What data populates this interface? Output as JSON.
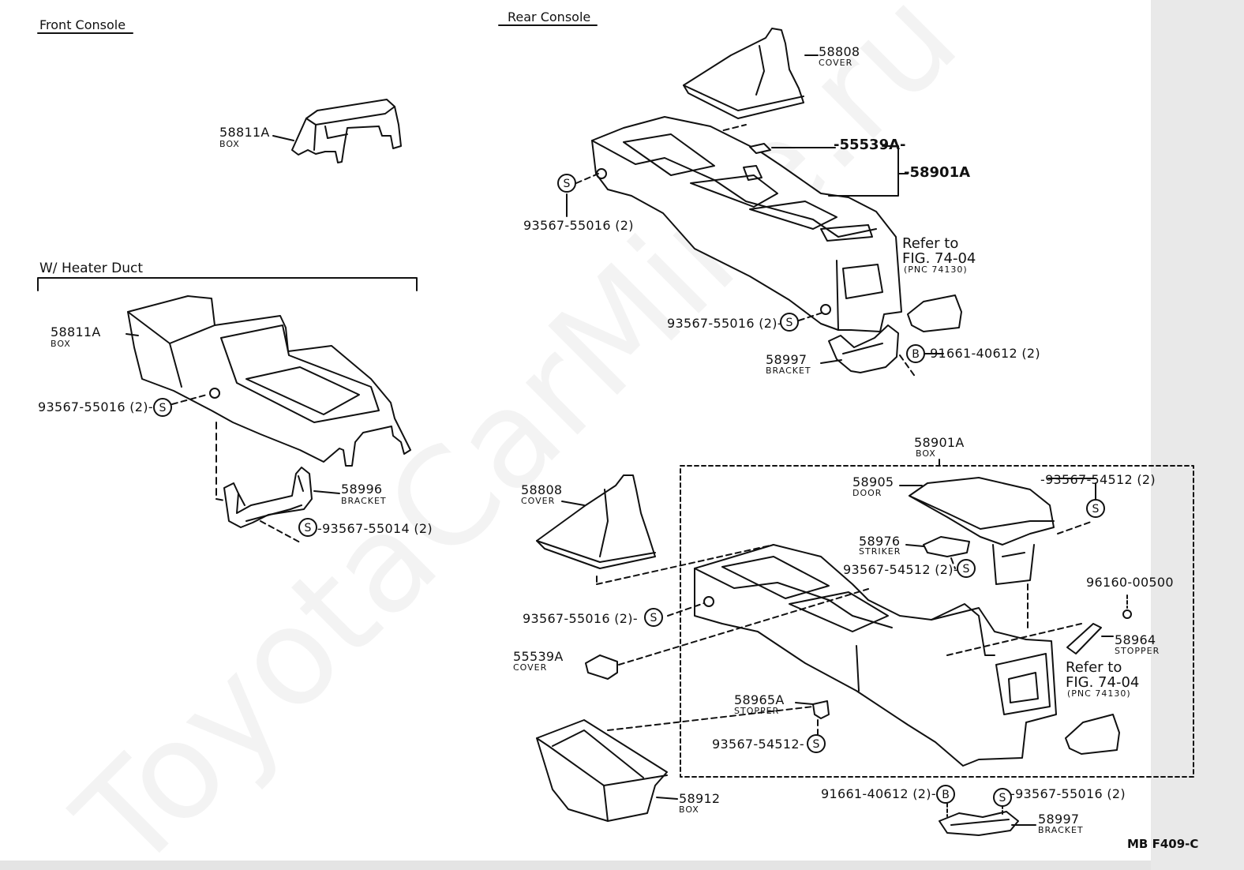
{
  "watermark": "ToyotaCarMine.ru",
  "headings": {
    "front": "Front Console",
    "rear": "Rear Console",
    "heater": "W/ Heater Duct"
  },
  "figure_code": "MB  F409-C",
  "refer": {
    "line1": "Refer to",
    "line2": "FIG. 74-04",
    "line3": "(PNC 74130)"
  },
  "labels": {
    "fc_58811a": "58811A",
    "fc_box": "BOX",
    "hd_58811a": "58811A",
    "hd_box": "BOX",
    "hd_93567_55016": "93567-55016 (2)-",
    "hd_58996": "58996",
    "hd_bracket": "BRACKET",
    "hd_93567_55014": "-93567-55014 (2)",
    "r_58808": "58808",
    "r_cover": "COVER",
    "r_55539a": "-55539A-",
    "r_58901a": "-58901A",
    "r_93567_55016a": "93567-55016 (2)",
    "r_93567_55016b": "93567-55016 (2)-",
    "r_58997": "58997",
    "r_bracket": "BRACKET",
    "r_91661": "-91661-40612 (2)",
    "b_58901a": "58901A",
    "b_box": "BOX",
    "b_58905": "58905",
    "b_door": "DOOR",
    "b_93567_54512a": "-93567-54512 (2)",
    "b_58808": "58808",
    "b_cover": "COVER",
    "b_58976": "58976",
    "b_striker": "STRIKER",
    "b_93567_54512b": "93567-54512 (2)-",
    "b_96160": "96160-00500",
    "b_93567_55016": "93567-55016 (2)-",
    "b_58964": "58964",
    "b_stopper": "STOPPER",
    "b_55539a": "55539A",
    "b_cover2": "COVER",
    "b_58965a": "58965A",
    "b_stopper2": "STOPPER",
    "b_93567_54512c": "93567-54512-",
    "b_58912": "58912",
    "b_box2": "BOX",
    "b_91661": "91661-40612 (2)-",
    "b_93567_55016b": "-93567-55016 (2)",
    "b_58997": "58997",
    "b_bracket2": "BRACKET"
  },
  "symbols": {
    "s": "S",
    "b": "B"
  }
}
